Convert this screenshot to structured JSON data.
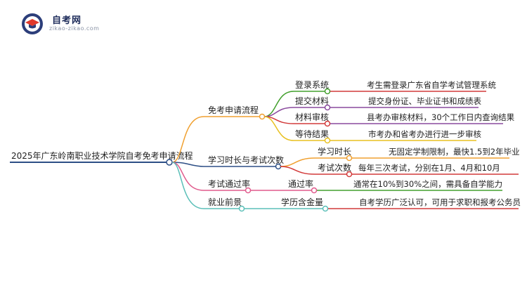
{
  "logo": {
    "title": "自考网",
    "subtitle": "zikao-zikao.com",
    "icon": "graduation-cap-icon"
  },
  "colors": {
    "root": "#2d4f86",
    "orange": "#f0a030",
    "green": "#43a02e",
    "purple": "#8a4a9e",
    "red": "#d23a3a",
    "yellow": "#e8c020",
    "pink": "#e05a8c",
    "teal": "#5bbfb8"
  },
  "mindmap": {
    "root": "2025年广东岭南职业技术学院自考免考申请流程",
    "branches": [
      {
        "label": "免考申请流程",
        "children": [
          {
            "label": "登录系统",
            "detail": "考生需登录广东省自学考试管理系统"
          },
          {
            "label": "提交材料",
            "detail": "提交身份证、毕业证书和成绩表"
          },
          {
            "label": "材料审核",
            "detail": "县考办审核材料，30个工作日内查询结果"
          },
          {
            "label": "等待结果",
            "detail": "市考办和省考办进行进一步审核"
          }
        ]
      },
      {
        "label": "学习时长与考试次数",
        "children": [
          {
            "label": "学习时长",
            "detail": "无固定学制限制，最快1.5到2年毕业"
          },
          {
            "label": "考试次数",
            "detail": "每年三次考试，分别在1月、4月和10月"
          }
        ]
      },
      {
        "label": "考试通过率",
        "children": [
          {
            "label": "通过率",
            "detail": "通常在10%到30%之间，需具备自学能力"
          }
        ]
      },
      {
        "label": "就业前景",
        "children": [
          {
            "label": "学历含金量",
            "detail": "自考学历广泛认可，可用于求职和报考公务员"
          }
        ]
      }
    ]
  }
}
